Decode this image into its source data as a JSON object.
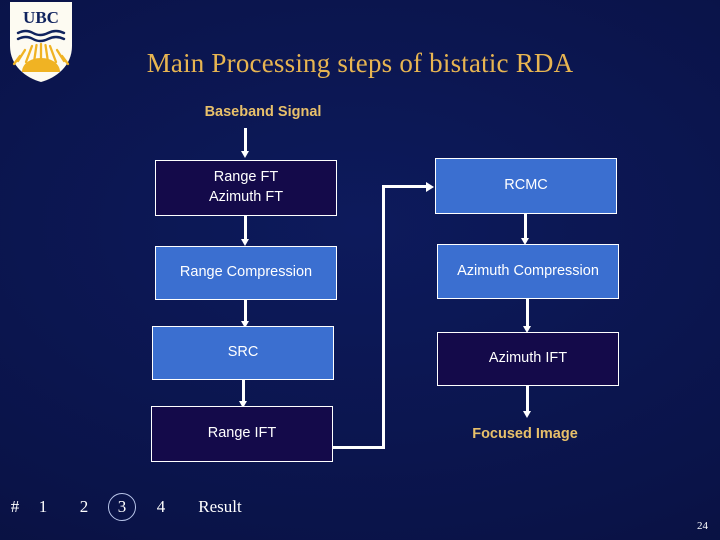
{
  "slide": {
    "page_number": "24",
    "background_color": "#0a1348",
    "accent_gold": "#e8c06a",
    "accent_blue": "#3b6fd0",
    "title": "Main Processing steps of bistatic RDA"
  },
  "logo": {
    "name": "ubc-shield-logo",
    "text": "UBC",
    "shield_color": "#fdfbf2",
    "sun_color": "#f0b323",
    "wave_color": "#10235e"
  },
  "flow": {
    "input_label": "Baseband Signal",
    "output_label": "Focused Image",
    "left_column": [
      {
        "label_line1": "Range FT",
        "label_line2": "Azimuth FT",
        "style": "dark"
      },
      {
        "label_line1": "Range Compression",
        "label_line2": "",
        "style": "blue"
      },
      {
        "label_line1": "SRC",
        "label_line2": "",
        "style": "blue"
      },
      {
        "label_line1": "Range IFT",
        "label_line2": "",
        "style": "dark"
      }
    ],
    "right_column": [
      {
        "label_line1": "RCMC",
        "label_line2": "",
        "style": "blue"
      },
      {
        "label_line1": "Azimuth Compression",
        "label_line2": "",
        "style": "blue"
      },
      {
        "label_line1": "Azimuth IFT",
        "label_line2": "",
        "style": "dark"
      }
    ]
  },
  "nav": {
    "items": [
      {
        "label": "#",
        "circled": false
      },
      {
        "label": "1",
        "circled": false
      },
      {
        "label": "2",
        "circled": false
      },
      {
        "label": "3",
        "circled": true
      },
      {
        "label": "4",
        "circled": false
      },
      {
        "label": "Result",
        "circled": false
      }
    ]
  }
}
